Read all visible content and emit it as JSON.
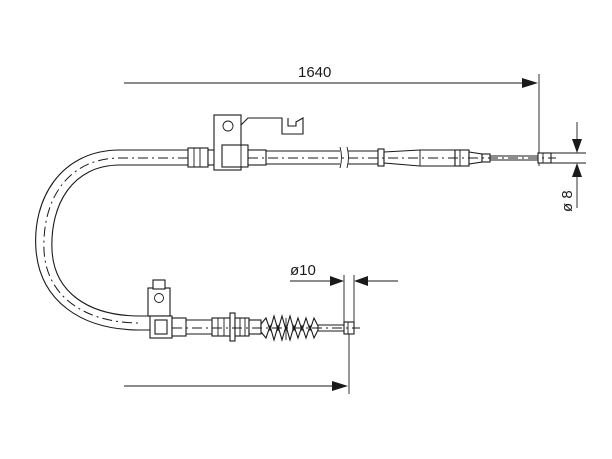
{
  "drawing": {
    "dimension_length": "1640",
    "dimension_diameter_8": "ø 8",
    "dimension_diameter_10": "ø10"
  }
}
